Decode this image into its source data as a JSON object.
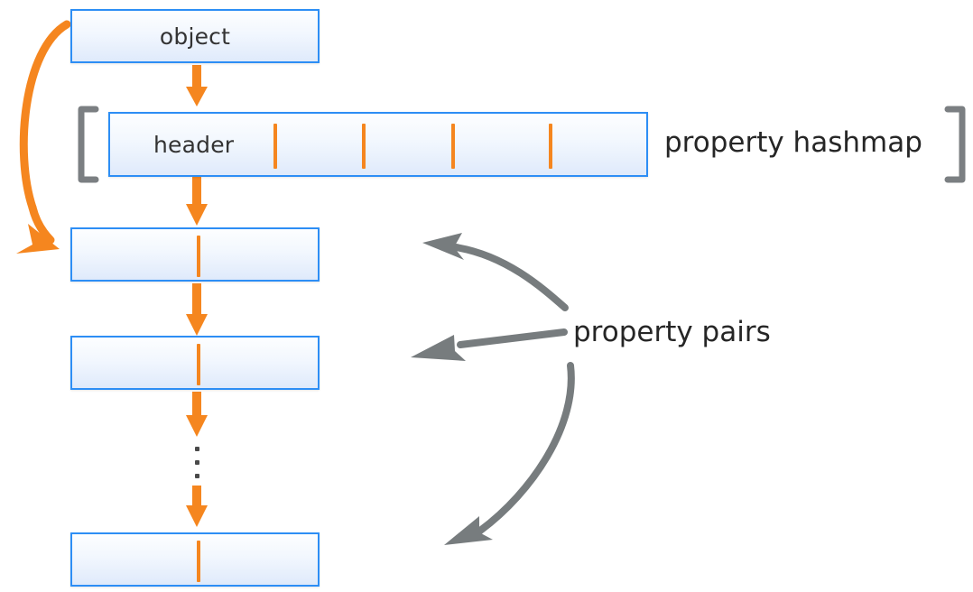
{
  "diagram": {
    "title_text": "",
    "colors": {
      "box_border": "#2d8ef5",
      "box_fill_top": "#fdfeff",
      "box_fill_bottom": "#dfeafb",
      "orange": "#f5861f",
      "gray_arrow": "#777c7e",
      "bracket_gray": "#7b7f82",
      "text": "#333333"
    },
    "boxes": [
      {
        "name": "object",
        "label": "object"
      },
      {
        "name": "hashmap",
        "label": "header"
      },
      {
        "name": "pair-1",
        "label": ""
      },
      {
        "name": "pair-2",
        "label": ""
      },
      {
        "name": "pair-3",
        "label": ""
      }
    ],
    "hashmap": {
      "header_label": "header",
      "slot_tick_count": 4
    },
    "captions": [
      {
        "name": "property-hashmap",
        "text": "property hashmap"
      },
      {
        "name": "property-pairs",
        "text": "property pairs"
      }
    ],
    "brackets": {
      "left": "[",
      "right": "]"
    },
    "ellipsis_dot_count": 3,
    "arrows": {
      "object_to_hashmap": "down-arrow",
      "hashmap_to_pair1": "down-arrow",
      "pair1_to_pair2": "down-arrow",
      "pair2_to_ellipsis": "down-arrow",
      "ellipsis_to_pair3": "down-arrow",
      "object_ref_curve": "curved-orange-arrow",
      "pairs_pointer_upper": "curved-gray-arrow",
      "pairs_pointer_middle": "straight-gray-arrow",
      "pairs_pointer_lower": "curved-gray-arrow"
    }
  }
}
